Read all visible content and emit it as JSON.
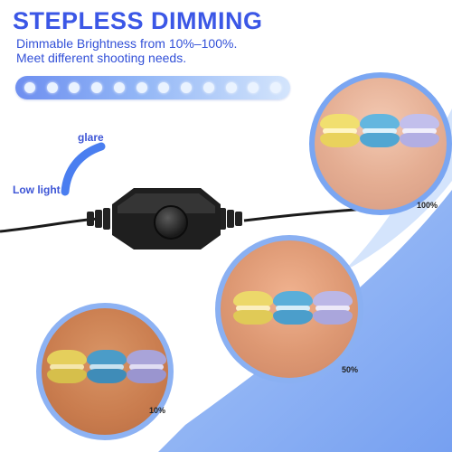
{
  "header": {
    "title": "STEPLESS DIMMING",
    "line1": "Dimmable Brightness from 10%–100%.",
    "line2": "Meet different shooting needs."
  },
  "brightness_bar": {
    "dot_count": 12
  },
  "labels": {
    "glare": "glare",
    "low_light": "Low light"
  },
  "photos": {
    "p100": "100%",
    "p50": "50%",
    "p10": "10%"
  },
  "colors": {
    "title": "#3b57e6",
    "accent_blue": "#4a7ef0",
    "sweep": "#8fb4f5",
    "macaron_yellow": "#f1df6f",
    "macaron_blue": "#5fb2dc",
    "macaron_lavender": "#b9b5e8"
  }
}
